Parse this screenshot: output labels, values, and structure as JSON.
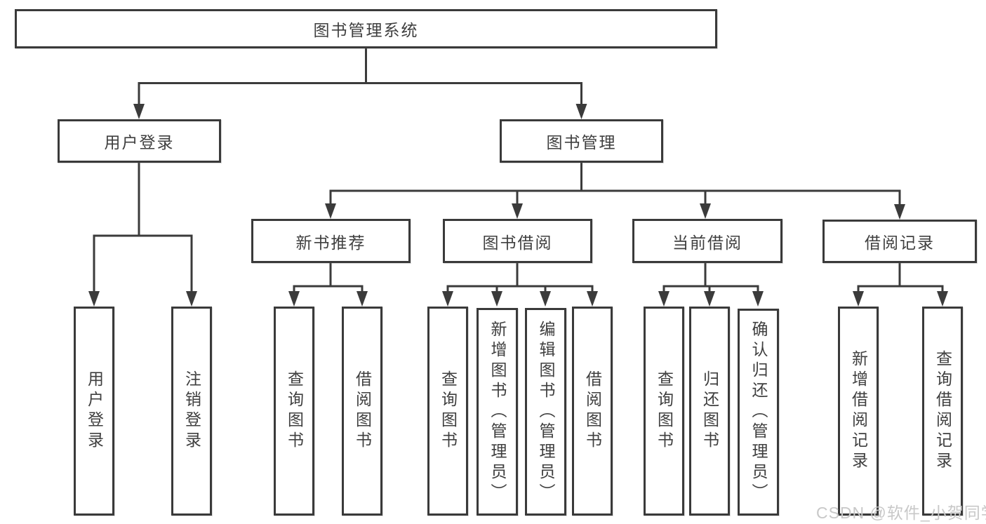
{
  "tree": {
    "label": "图书管理系统",
    "children": [
      {
        "label": "用户登录",
        "children": [
          {
            "label": "用户登录"
          },
          {
            "label": "注销登录"
          }
        ]
      },
      {
        "label": "图书管理",
        "children": [
          {
            "label": "新书推荐",
            "children": [
              {
                "label": "查询图书"
              },
              {
                "label": "借阅图书"
              }
            ]
          },
          {
            "label": "图书借阅",
            "children": [
              {
                "label": "查询图书"
              },
              {
                "label": "新增图书（管理员）"
              },
              {
                "label": "编辑图书（管理员）"
              },
              {
                "label": "借阅图书"
              }
            ]
          },
          {
            "label": "当前借阅",
            "children": [
              {
                "label": "查询图书"
              },
              {
                "label": "归还图书"
              },
              {
                "label": "确认归还（管理员）"
              }
            ]
          },
          {
            "label": "借阅记录",
            "children": [
              {
                "label": "新增借阅记录"
              },
              {
                "label": "查询借阅记录"
              }
            ]
          }
        ]
      }
    ]
  },
  "watermark": {
    "text": "CSDN @软件_小贺同学",
    "color": "#c8c8c8"
  },
  "colors": {
    "line": "#3b3b3b",
    "box_border": "#3a3a3a",
    "text": "#3f3f3f",
    "background": "#ffffff"
  }
}
